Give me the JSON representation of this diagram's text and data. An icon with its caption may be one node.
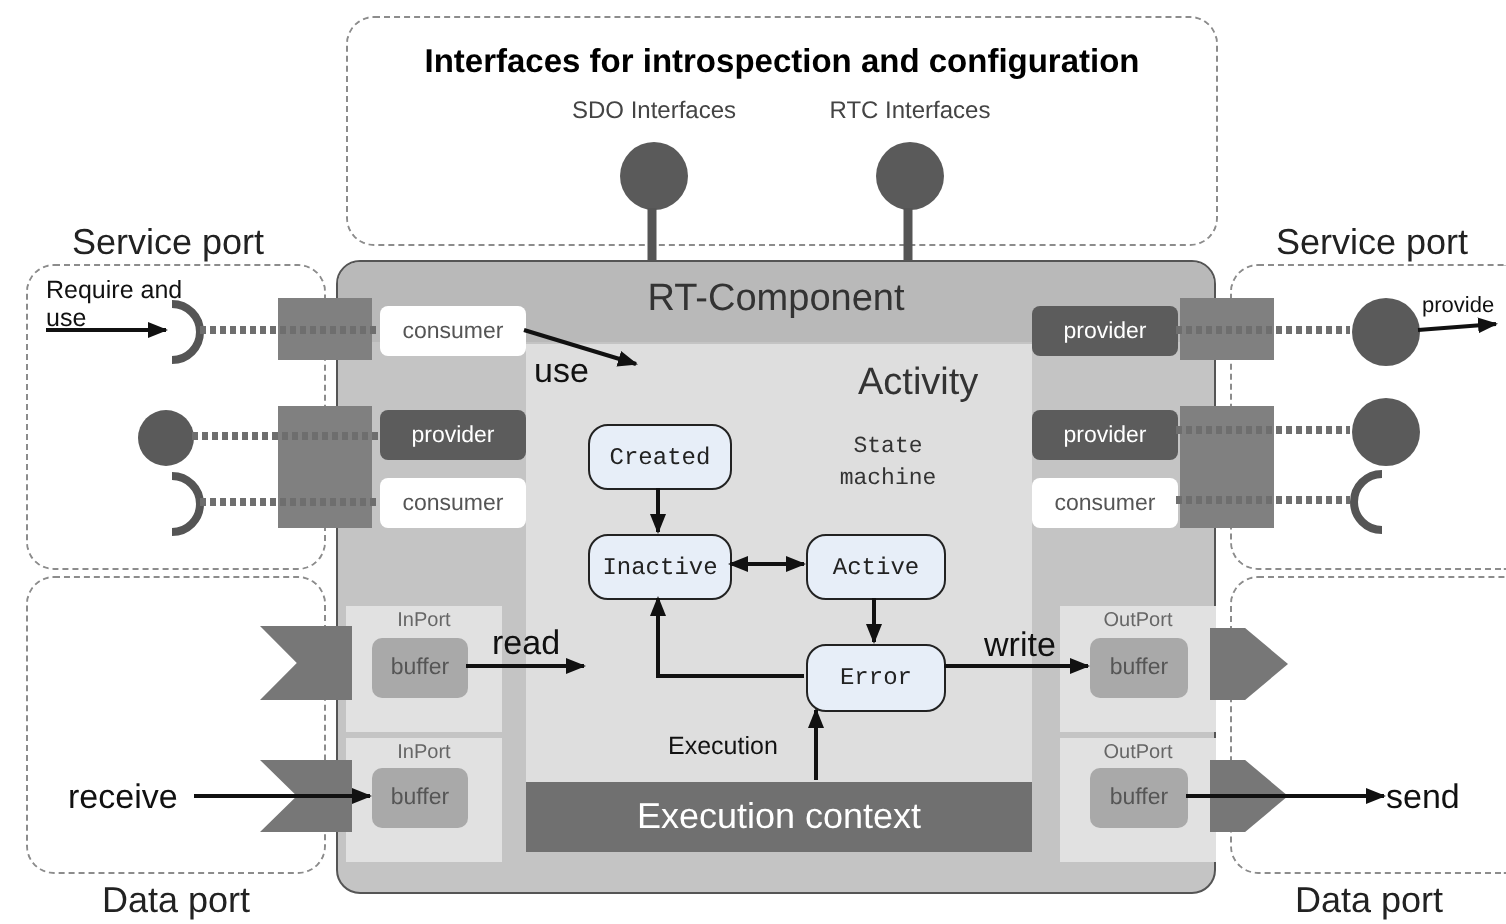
{
  "diagram": {
    "nodes": [
      {
        "text": [
          "Interfaces for introspection and configuration"
        ]
      },
      {
        "text": [],
        "shape": "circle",
        "in": 0,
        "beside": [
          "SDO Interfaces"
        ]
      },
      {
        "text": [],
        "shape": "circle",
        "in": 0,
        "beside": [
          "RTC Interfaces"
        ]
      },
      {
        "text": [
          "Service port"
        ]
      },
      {
        "text": [
          "Require and use"
        ],
        "in": 3
      },
      {
        "text": [],
        "shape": "socket",
        "in": 3
      },
      {
        "text": [],
        "shape": "circle",
        "in": 3
      },
      {
        "text": [],
        "shape": "socket",
        "in": 3
      },
      {
        "text": [
          "Service port"
        ]
      },
      {
        "text": [],
        "shape": "circle",
        "in": 8
      },
      {
        "text": [
          "provide"
        ],
        "in": 8
      },
      {
        "text": [],
        "shape": "circle",
        "in": 8
      },
      {
        "text": [],
        "shape": "socket",
        "in": 8
      },
      {
        "text": [
          "Data port"
        ]
      },
      {
        "text": [
          "receive"
        ],
        "in": 13
      },
      {
        "text": [
          "Data port"
        ]
      },
      {
        "text": [
          "send"
        ],
        "in": 15
      },
      {
        "text": [
          "RT-Component"
        ]
      },
      {
        "text": [
          "consumer"
        ],
        "in": 17
      },
      {
        "text": [
          "provider"
        ],
        "in": 17
      },
      {
        "text": [
          "consumer"
        ],
        "in": 17
      },
      {
        "text": [
          "provider"
        ],
        "in": 17
      },
      {
        "text": [
          "provider"
        ],
        "in": 17
      },
      {
        "text": [
          "consumer"
        ],
        "in": 17
      },
      {
        "text": [
          "InPort"
        ],
        "in": 17
      },
      {
        "text": [
          "buffer"
        ],
        "in": 24
      },
      {
        "text": [
          "InPort"
        ],
        "in": 17
      },
      {
        "text": [
          "buffer"
        ],
        "in": 26
      },
      {
        "text": [
          "OutPort"
        ],
        "in": 17
      },
      {
        "text": [
          "buffer"
        ],
        "in": 28
      },
      {
        "text": [
          "OutPort"
        ],
        "in": 17
      },
      {
        "text": [
          "buffer"
        ],
        "in": 30
      },
      {
        "text": [
          "Activity",
          "State machine"
        ],
        "in": 17
      },
      {
        "text": [
          "Created"
        ],
        "in": 32
      },
      {
        "text": [
          "Inactive"
        ],
        "in": 32
      },
      {
        "text": [
          "Active"
        ],
        "in": 32
      },
      {
        "text": [
          "Error"
        ],
        "in": 32
      },
      {
        "text": [
          "Execution context"
        ],
        "in": 17
      }
    ],
    "edges": [
      {
        "from": 1,
        "to": 17,
        "arrow": "none",
        "style": "thick",
        "color": "#555555"
      },
      {
        "from": 2,
        "to": 17,
        "arrow": "none",
        "style": "thick",
        "color": "#555555"
      },
      {
        "from": 4,
        "to": 5,
        "arrow": "to"
      },
      {
        "from": 5,
        "to": 18,
        "arrow": "none",
        "style": "dashed",
        "color": "#6e6e6e"
      },
      {
        "from": 6,
        "to": 19,
        "arrow": "none",
        "style": "dashed",
        "color": "#6e6e6e"
      },
      {
        "from": 7,
        "to": 20,
        "arrow": "none",
        "style": "dashed",
        "color": "#6e6e6e"
      },
      {
        "from": 21,
        "to": 9,
        "arrow": "none",
        "style": "dashed",
        "color": "#6e6e6e"
      },
      {
        "from": 22,
        "to": 11,
        "arrow": "none",
        "style": "dashed",
        "color": "#6e6e6e"
      },
      {
        "from": 23,
        "to": 12,
        "arrow": "none",
        "style": "dashed",
        "color": "#6e6e6e"
      },
      {
        "from": 9,
        "to": 10,
        "arrow": "to"
      },
      {
        "from": 18,
        "to": 32,
        "arrow": "to",
        "label": "use"
      },
      {
        "from": 25,
        "to": 32,
        "arrow": "to",
        "label": "read"
      },
      {
        "from": 36,
        "to": 29,
        "arrow": "to",
        "label": "write"
      },
      {
        "from": 14,
        "to": 27,
        "arrow": "to"
      },
      {
        "from": 31,
        "to": 16,
        "arrow": "to"
      },
      {
        "from": 33,
        "to": 34,
        "arrow": "to"
      },
      {
        "from": 34,
        "to": 35,
        "arrow": "both"
      },
      {
        "from": 35,
        "to": 36,
        "arrow": "to"
      },
      {
        "from": 36,
        "to": 34,
        "arrow": "to"
      },
      {
        "from": 37,
        "to": 36,
        "arrow": "to",
        "label": "Execution"
      }
    ]
  }
}
